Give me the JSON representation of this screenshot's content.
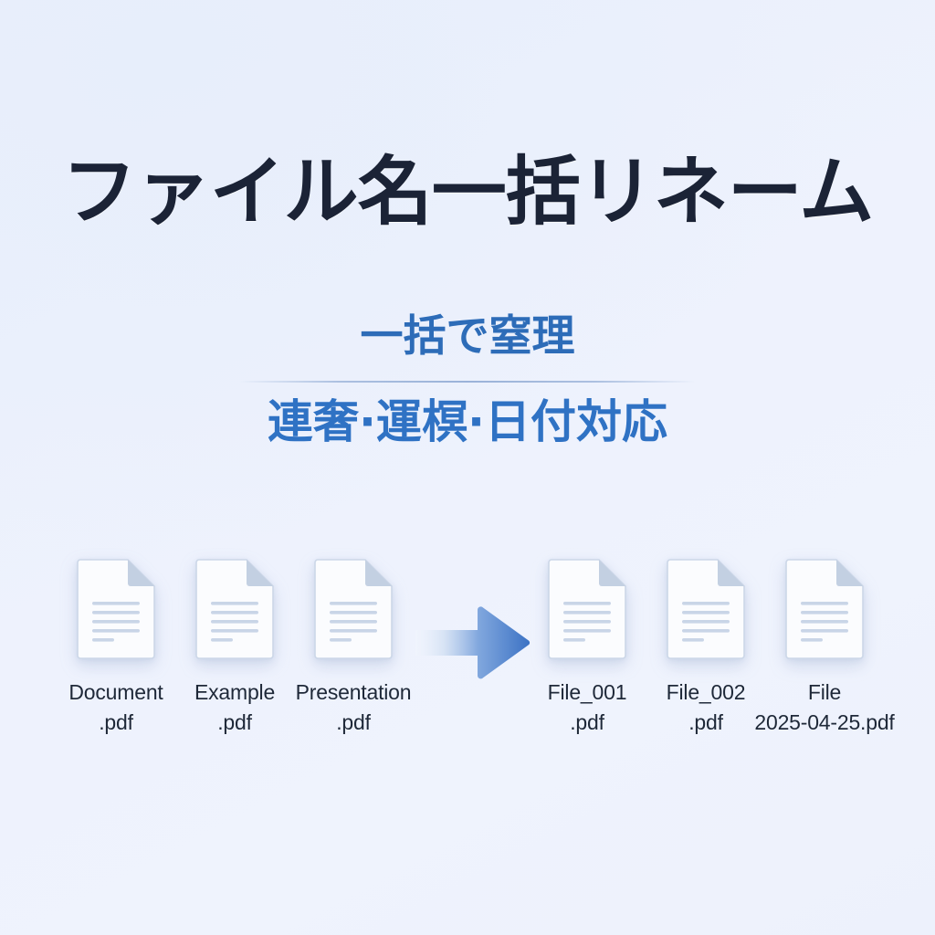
{
  "poster": {
    "title": "ファイル名一括リネーム",
    "subtitle_primary": "一括で窒理",
    "subtitle_secondary": "連奢·運榠·日付対応",
    "colors": {
      "background_start": "#e9effb",
      "background_end": "#eff3fd",
      "title_text": "#1b2336",
      "subtitle_primary_text": "#2d6cb8",
      "subtitle_secondary_text": "#2f72c4",
      "divider": "#96afd7",
      "caption_text": "#1e2838",
      "icon_page": "#fbfcfe",
      "icon_border": "#ccd7e8",
      "icon_fold": "#c3d0e2",
      "icon_lines": "#c9d5e7",
      "arrow_gradient_start": "#f2f6fd",
      "arrow_gradient_end": "#3b72c4"
    }
  },
  "files_before": [
    {
      "name": "Document",
      "ext": ".pdf",
      "icon": "pdf-document-icon",
      "lines": 5
    },
    {
      "name": "Example",
      "ext": ".pdf",
      "icon": "pdf-document-icon",
      "lines": 5
    },
    {
      "name": "Presentation",
      "ext": ".pdf",
      "icon": "pdf-document-icon",
      "lines": 5
    }
  ],
  "files_after": [
    {
      "name": "File_001",
      "ext": ".pdf",
      "icon": "pdf-document-icon",
      "lines": 5
    },
    {
      "name": "File_002",
      "ext": ".pdf",
      "icon": "pdf-document-icon",
      "lines": 5
    },
    {
      "name": "File",
      "ext": "2025-04-25.pdf",
      "icon": "pdf-document-icon",
      "lines": 5
    }
  ],
  "arrow": {
    "icon": "arrow-right-icon",
    "direction": "right"
  }
}
